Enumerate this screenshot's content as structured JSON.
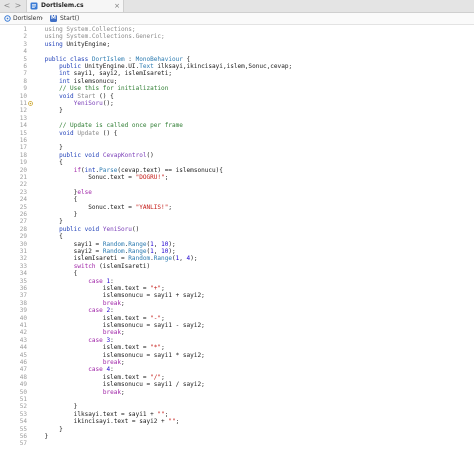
{
  "tab": {
    "title": "DortIslem.cs",
    "close_glyph": "×",
    "back_glyph": "<",
    "forward_glyph": ">"
  },
  "jumpbar": {
    "file": "DortIslem",
    "separator": "›",
    "method": "Start()",
    "method_badge": "M"
  },
  "colors": {
    "keyword": "#1f3fb8",
    "string": "#c41a16",
    "comment": "#2e7d32",
    "muted": "#8a8a8a",
    "type": "#2a7ab0",
    "method": "#7a3db8",
    "control": "#a026a8",
    "number": "#1c00cf",
    "plain": "#1a1a1a"
  },
  "editor": {
    "marker_icon": "unity-message-icon",
    "marker_line": 11,
    "lines": [
      [
        [
          "    ",
          "p"
        ],
        [
          "using System.Collections;",
          "mut"
        ]
      ],
      [
        [
          "    ",
          "p"
        ],
        [
          "using System.Collections.Generic;",
          "mut"
        ]
      ],
      [
        [
          "    ",
          "p"
        ],
        [
          "using",
          "kw"
        ],
        [
          " UnityEngine;",
          "p"
        ]
      ],
      [
        [
          "",
          "p"
        ]
      ],
      [
        [
          "    ",
          "p"
        ],
        [
          "public class",
          "kw"
        ],
        [
          " ",
          "p"
        ],
        [
          "DortIslem",
          "cls"
        ],
        [
          " : ",
          "p"
        ],
        [
          "MonoBehaviour",
          "cls"
        ],
        [
          " {",
          "p"
        ]
      ],
      [
        [
          "        ",
          "p"
        ],
        [
          "public",
          "kw"
        ],
        [
          " UnityEngine.UI.",
          "p"
        ],
        [
          "Text",
          "cls"
        ],
        [
          " ilksayi,ikincisayi,islem,Sonuc,cevap;",
          "p"
        ]
      ],
      [
        [
          "        ",
          "p"
        ],
        [
          "int",
          "kw"
        ],
        [
          " sayi1, sayi2, islemIsareti;",
          "p"
        ]
      ],
      [
        [
          "        ",
          "p"
        ],
        [
          "int",
          "kw"
        ],
        [
          " islemsonucu;",
          "p"
        ]
      ],
      [
        [
          "        ",
          "p"
        ],
        [
          "// Use this for initialization",
          "com"
        ]
      ],
      [
        [
          "        ",
          "p"
        ],
        [
          "void",
          "kw"
        ],
        [
          " ",
          "p"
        ],
        [
          "Start",
          "mut"
        ],
        [
          " () {",
          "p"
        ]
      ],
      [
        [
          "            ",
          "p"
        ],
        [
          "YeniSoru",
          "fn"
        ],
        [
          "();",
          "p"
        ]
      ],
      [
        [
          "        }",
          "p"
        ]
      ],
      [
        [
          "",
          "p"
        ]
      ],
      [
        [
          "        ",
          "p"
        ],
        [
          "// Update is called once per frame",
          "com"
        ]
      ],
      [
        [
          "        ",
          "p"
        ],
        [
          "void",
          "kw"
        ],
        [
          " ",
          "p"
        ],
        [
          "Update",
          "mut"
        ],
        [
          " () {",
          "p"
        ]
      ],
      [
        [
          "",
          "p"
        ]
      ],
      [
        [
          "        }",
          "p"
        ]
      ],
      [
        [
          "        ",
          "p"
        ],
        [
          "public void",
          "kw"
        ],
        [
          " ",
          "p"
        ],
        [
          "CevapKontrol",
          "fn"
        ],
        [
          "()",
          "p"
        ]
      ],
      [
        [
          "        {",
          "p"
        ]
      ],
      [
        [
          "            ",
          "p"
        ],
        [
          "if",
          "ctl"
        ],
        [
          "(",
          "p"
        ],
        [
          "int",
          "kw"
        ],
        [
          ".",
          "p"
        ],
        [
          "Parse",
          "cls"
        ],
        [
          "(cevap.text) == islemsonucu){",
          "p"
        ]
      ],
      [
        [
          "                Sonuc.text = ",
          "p"
        ],
        [
          "\"DOGRU!\"",
          "str"
        ],
        [
          ";",
          "p"
        ]
      ],
      [
        [
          "",
          "p"
        ]
      ],
      [
        [
          "            }",
          "p"
        ],
        [
          "else",
          "ctl"
        ]
      ],
      [
        [
          "            {",
          "p"
        ]
      ],
      [
        [
          "                Sonuc.text = ",
          "p"
        ],
        [
          "\"YANLIS!\"",
          "str"
        ],
        [
          ";",
          "p"
        ]
      ],
      [
        [
          "            }",
          "p"
        ]
      ],
      [
        [
          "        }",
          "p"
        ]
      ],
      [
        [
          "        ",
          "p"
        ],
        [
          "public void",
          "kw"
        ],
        [
          " ",
          "p"
        ],
        [
          "YeniSoru",
          "fn"
        ],
        [
          "()",
          "p"
        ]
      ],
      [
        [
          "        {",
          "p"
        ]
      ],
      [
        [
          "            sayi1 = ",
          "p"
        ],
        [
          "Random",
          "cls"
        ],
        [
          ".",
          "p"
        ],
        [
          "Range",
          "cls"
        ],
        [
          "(",
          "p"
        ],
        [
          "1",
          "num"
        ],
        [
          ", ",
          "p"
        ],
        [
          "10",
          "num"
        ],
        [
          ");",
          "p"
        ]
      ],
      [
        [
          "            sayi2 = ",
          "p"
        ],
        [
          "Random",
          "cls"
        ],
        [
          ".",
          "p"
        ],
        [
          "Range",
          "cls"
        ],
        [
          "(",
          "p"
        ],
        [
          "1",
          "num"
        ],
        [
          ", ",
          "p"
        ],
        [
          "10",
          "num"
        ],
        [
          ");",
          "p"
        ]
      ],
      [
        [
          "            islemIsareti = ",
          "p"
        ],
        [
          "Random",
          "cls"
        ],
        [
          ".",
          "p"
        ],
        [
          "Range",
          "cls"
        ],
        [
          "(",
          "p"
        ],
        [
          "1",
          "num"
        ],
        [
          ", ",
          "p"
        ],
        [
          "4",
          "num"
        ],
        [
          ");",
          "p"
        ]
      ],
      [
        [
          "            ",
          "p"
        ],
        [
          "switch",
          "ctl"
        ],
        [
          " (islemIsareti)",
          "p"
        ]
      ],
      [
        [
          "            {",
          "p"
        ]
      ],
      [
        [
          "                ",
          "p"
        ],
        [
          "case",
          "ctl"
        ],
        [
          " ",
          "p"
        ],
        [
          "1",
          "num"
        ],
        [
          ":",
          "p"
        ]
      ],
      [
        [
          "                    islem.text = ",
          "p"
        ],
        [
          "\"+\"",
          "str"
        ],
        [
          ";",
          "p"
        ]
      ],
      [
        [
          "                    islemsonucu = sayi1 + sayi2;",
          "p"
        ]
      ],
      [
        [
          "                    ",
          "p"
        ],
        [
          "break",
          "ctl"
        ],
        [
          ";",
          "p"
        ]
      ],
      [
        [
          "                ",
          "p"
        ],
        [
          "case",
          "ctl"
        ],
        [
          " ",
          "p"
        ],
        [
          "2",
          "num"
        ],
        [
          ":",
          "p"
        ]
      ],
      [
        [
          "                    islem.text = ",
          "p"
        ],
        [
          "\"-\"",
          "str"
        ],
        [
          ";",
          "p"
        ]
      ],
      [
        [
          "                    islemsonucu = sayi1 - sayi2;",
          "p"
        ]
      ],
      [
        [
          "                    ",
          "p"
        ],
        [
          "break",
          "ctl"
        ],
        [
          ";",
          "p"
        ]
      ],
      [
        [
          "                ",
          "p"
        ],
        [
          "case",
          "ctl"
        ],
        [
          " ",
          "p"
        ],
        [
          "3",
          "num"
        ],
        [
          ":",
          "p"
        ]
      ],
      [
        [
          "                    islem.text = ",
          "p"
        ],
        [
          "\"*\"",
          "str"
        ],
        [
          ";",
          "p"
        ]
      ],
      [
        [
          "                    islemsonucu = sayi1 * sayi2;",
          "p"
        ]
      ],
      [
        [
          "                    ",
          "p"
        ],
        [
          "break",
          "ctl"
        ],
        [
          ";",
          "p"
        ]
      ],
      [
        [
          "                ",
          "p"
        ],
        [
          "case",
          "ctl"
        ],
        [
          " ",
          "p"
        ],
        [
          "4",
          "num"
        ],
        [
          ":",
          "p"
        ]
      ],
      [
        [
          "                    islem.text = ",
          "p"
        ],
        [
          "\"/\"",
          "str"
        ],
        [
          ";",
          "p"
        ]
      ],
      [
        [
          "                    islemsonucu = sayi1 / sayi2;",
          "p"
        ]
      ],
      [
        [
          "                    ",
          "p"
        ],
        [
          "break",
          "ctl"
        ],
        [
          ";",
          "p"
        ]
      ],
      [
        [
          "",
          "p"
        ]
      ],
      [
        [
          "            }",
          "p"
        ]
      ],
      [
        [
          "            ilksayi.text = sayi1 + ",
          "p"
        ],
        [
          "\"\"",
          "str"
        ],
        [
          ";",
          "p"
        ]
      ],
      [
        [
          "            ikincisayi.text = sayi2 + ",
          "p"
        ],
        [
          "\"\"",
          "str"
        ],
        [
          ";",
          "p"
        ]
      ],
      [
        [
          "        }",
          "p"
        ]
      ],
      [
        [
          "    }",
          "p"
        ]
      ],
      [
        [
          "",
          "p"
        ]
      ]
    ]
  }
}
